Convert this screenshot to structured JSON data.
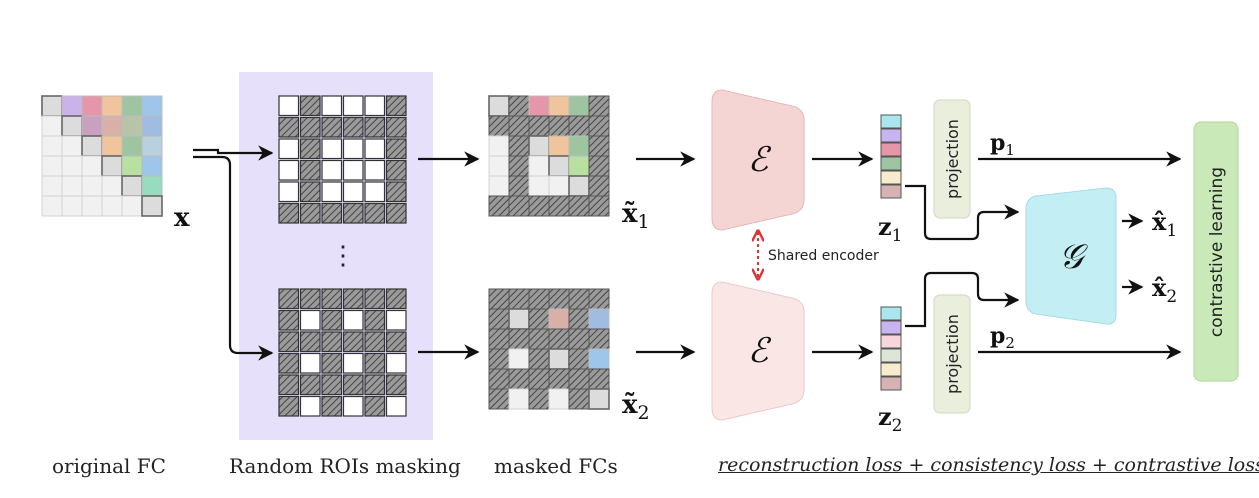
{
  "labels": {
    "original_matrix": "x",
    "masked_view_1": "x̃",
    "masked_view_1_sub": "1",
    "masked_view_2": "x̃",
    "masked_view_2_sub": "2",
    "encoder": "ℰ",
    "generator": "𝒢",
    "embedding_1": "z",
    "embedding_1_sub": "1",
    "embedding_2": "z",
    "embedding_2_sub": "2",
    "projection": "projection",
    "p1": "p",
    "p1_sub": "1",
    "p2": "p",
    "p2_sub": "2",
    "recon_1": "x̂",
    "recon_1_sub": "1",
    "recon_2": "x̂",
    "recon_2_sub": "2",
    "contrastive": "contrastive learning",
    "shared_encoder": "Shared encoder",
    "ellipsis": "⋮"
  },
  "captions": {
    "original": "original FC",
    "masking": "Random ROIs masking",
    "masked": "masked FCs",
    "loss": "reconstruction loss + consistency loss + contrastive loss"
  },
  "colors": {
    "matrix_palette": [
      "#cfcfcf",
      "#c9b3ea",
      "#e596a8",
      "#f0c49c",
      "#9fc4a2",
      "#9ec5ea"
    ],
    "matrix_upper": [
      "#cfcfcf",
      "#c9b3ea",
      "#e596a8",
      "#f0c49c",
      "#9fc4a2",
      "#9ec5ea",
      "#cfcfcf",
      "#c9a0c0",
      "#d9b0a8",
      "#b8c4a8",
      "#a0bce0",
      "#cfcfcf",
      "#f0c49c",
      "#9fc4a2",
      "#b8d0e0",
      "#cfcfcf",
      "#b8e0a0",
      "#9ec5ea",
      "#cfcfcf",
      "#98dcc0",
      "#cfcfcf"
    ],
    "masking_panel": "#e7e0fb",
    "encoder_1": "#f5d5d3",
    "encoder_2": "#fbe6e6",
    "generator": "#c3eef4",
    "projection": "#e9efdc",
    "contrastive": "#c9eab8",
    "embedding_1": [
      "#a9e6ee",
      "#c8b4ee",
      "#e596a8",
      "#9fc4a2",
      "#f6eccc",
      "#d6b3b3"
    ],
    "embedding_2": [
      "#a9e6ee",
      "#c8b4ee",
      "#f6d6dc",
      "#dde6d6",
      "#f6eccc",
      "#d6b3b3"
    ],
    "arrow": "#111111",
    "shared_arrow": "#dd3333"
  },
  "masks": {
    "top": [
      1,
      5
    ],
    "bottom": [
      0,
      2,
      4
    ]
  }
}
